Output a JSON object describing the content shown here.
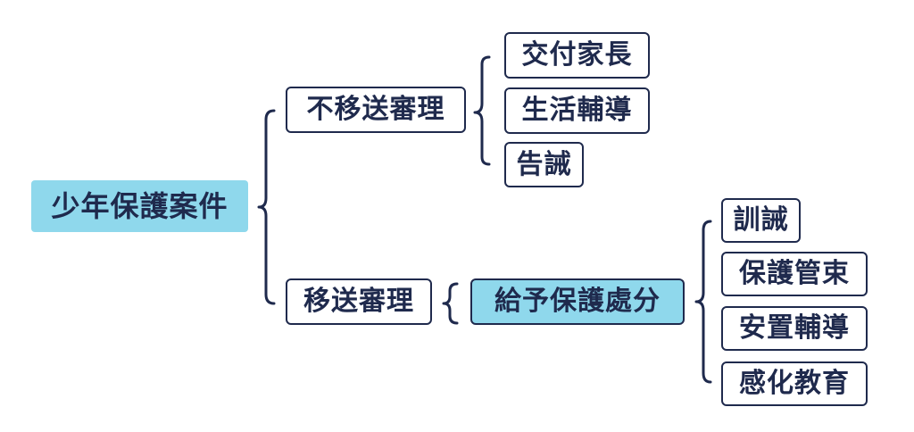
{
  "root": "少年保護案件",
  "branches": {
    "no_transfer": {
      "label": "不移送審理",
      "children": [
        "交付家長",
        "生活輔導",
        "告誡"
      ]
    },
    "transfer": {
      "label": "移送審理",
      "sub": {
        "label": "給予保護處分",
        "children": [
          "訓誡",
          "保護管束",
          "安置輔導",
          "感化教育"
        ]
      }
    }
  },
  "colors": {
    "line": "#1f2a4d",
    "highlight": "#8fd8ec",
    "box_bg": "#ffffff"
  }
}
